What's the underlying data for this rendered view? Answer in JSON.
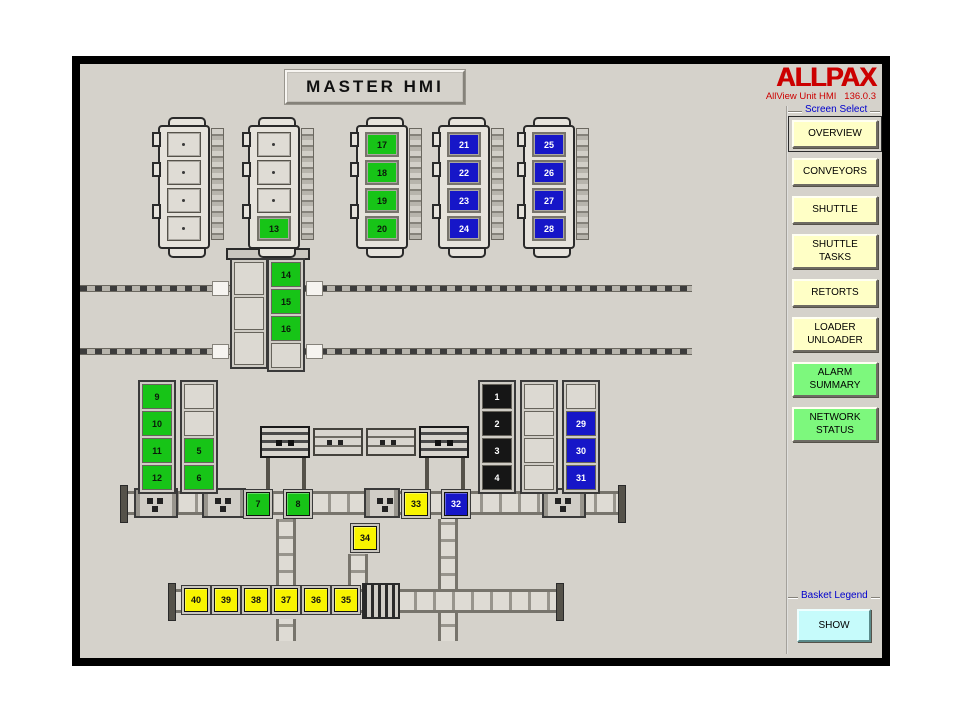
{
  "window": {
    "title": "MASTER HMI"
  },
  "brand": {
    "name": "ALLPAX",
    "subtitle": "AllView Unit HMI   136.0.3"
  },
  "sidebar": {
    "section_label": "Screen Select",
    "buttons": [
      {
        "label": "OVERVIEW",
        "style": "yellow",
        "selected": true
      },
      {
        "label": "CONVEYORS",
        "style": "yellow",
        "selected": false
      },
      {
        "label": "SHUTTLE",
        "style": "yellow",
        "selected": false
      },
      {
        "label": "SHUTTLE\nTASKS",
        "style": "yellow",
        "selected": false
      },
      {
        "label": "RETORTS",
        "style": "yellow",
        "selected": false
      },
      {
        "label": "LOADER\nUNLOADER",
        "style": "yellow",
        "selected": false
      },
      {
        "label": "ALARM\nSUMMARY",
        "style": "green",
        "selected": false
      },
      {
        "label": "NETWORK\nSTATUS",
        "style": "green",
        "selected": false
      }
    ],
    "basket_legend": {
      "label": "Basket Legend",
      "show_button": "SHOW"
    }
  },
  "colors": {
    "background": "#d5d2cb",
    "accent_red": "#cc0000",
    "label_blue": "#0000cc",
    "button_yellow": "#ffffc6",
    "button_green": "#7df87d",
    "button_cyan": "#c6fbfb",
    "cell_green": "#17c417",
    "cell_blue": "#1616c8",
    "cell_yellow": "#f8f400",
    "cell_black": "#161616"
  },
  "plant": {
    "retorts": [
      {
        "slots": [
          null,
          null,
          null,
          null
        ]
      },
      {
        "slots": [
          null,
          null,
          null,
          {
            "n": "13",
            "c": "green"
          }
        ]
      },
      {
        "slots": [
          {
            "n": "17",
            "c": "green"
          },
          {
            "n": "18",
            "c": "green"
          },
          {
            "n": "19",
            "c": "green"
          },
          {
            "n": "20",
            "c": "green"
          }
        ]
      },
      {
        "slots": [
          {
            "n": "21",
            "c": "blue"
          },
          {
            "n": "22",
            "c": "blue"
          },
          {
            "n": "23",
            "c": "blue"
          },
          {
            "n": "24",
            "c": "blue"
          }
        ]
      },
      {
        "slots": [
          {
            "n": "25",
            "c": "blue"
          },
          {
            "n": "26",
            "c": "blue"
          },
          {
            "n": "27",
            "c": "blue"
          },
          {
            "n": "28",
            "c": "blue"
          }
        ]
      }
    ],
    "shuttle_tower": {
      "left_slots": [
        null,
        null,
        null
      ],
      "right_slots": [
        {
          "n": "14",
          "c": "green"
        },
        {
          "n": "15",
          "c": "green"
        },
        {
          "n": "16",
          "c": "green"
        },
        null
      ]
    },
    "left_racks": [
      {
        "slots": [
          {
            "n": "9",
            "c": "green"
          },
          {
            "n": "10",
            "c": "green"
          },
          {
            "n": "11",
            "c": "green"
          },
          {
            "n": "12",
            "c": "green"
          }
        ]
      },
      {
        "slots": [
          null,
          null,
          {
            "n": "5",
            "c": "green"
          },
          {
            "n": "6",
            "c": "green"
          }
        ]
      }
    ],
    "right_racks": [
      {
        "slots": [
          {
            "n": "1",
            "c": "black"
          },
          {
            "n": "2",
            "c": "black"
          },
          {
            "n": "3",
            "c": "black"
          },
          {
            "n": "4",
            "c": "black"
          }
        ]
      },
      {
        "slots": [
          null,
          null,
          null,
          null
        ]
      },
      {
        "slots": [
          null,
          {
            "n": "29",
            "c": "blue"
          },
          {
            "n": "30",
            "c": "blue"
          },
          {
            "n": "31",
            "c": "blue"
          }
        ]
      }
    ],
    "main_row_cells": [
      {
        "n": "7",
        "c": "green"
      },
      {
        "n": "8",
        "c": "green"
      },
      {
        "n": "33",
        "c": "yellow"
      },
      {
        "n": "32",
        "c": "blue"
      }
    ],
    "spur_cell": {
      "n": "34",
      "c": "yellow"
    },
    "bottom_row_cells": [
      {
        "n": "40",
        "c": "yellow"
      },
      {
        "n": "39",
        "c": "yellow"
      },
      {
        "n": "38",
        "c": "yellow"
      },
      {
        "n": "37",
        "c": "yellow"
      },
      {
        "n": "36",
        "c": "yellow"
      },
      {
        "n": "35",
        "c": "yellow"
      }
    ]
  }
}
